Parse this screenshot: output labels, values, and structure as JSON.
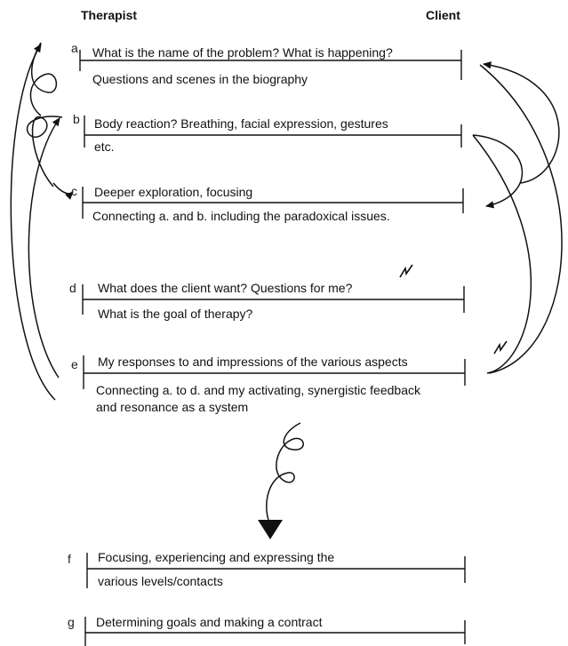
{
  "header": {
    "therapist": "Therapist",
    "client": "Client"
  },
  "steps": [
    {
      "letter": "a",
      "top": "What is the name of the problem? What is happening?",
      "bottom": "Questions and scenes in the biography",
      "bottom2": ""
    },
    {
      "letter": "b",
      "top": "Body reaction? Breathing, facial expression, gestures",
      "bottom": "etc.",
      "bottom2": ""
    },
    {
      "letter": "c",
      "top": "Deeper exploration, focusing",
      "bottom": "Connecting a. and b. including the paradoxical issues.",
      "bottom2": ""
    },
    {
      "letter": "d",
      "top": "What does the client want? Questions for me?",
      "bottom": "What is the goal of therapy?",
      "bottom2": ""
    },
    {
      "letter": "e",
      "top": "My responses to and impressions of the various aspects",
      "bottom": "Connecting a. to d. and my activating, synergistic feedback",
      "bottom2": "and resonance as a system"
    },
    {
      "letter": "f",
      "top": "Focusing, experiencing and expressing the",
      "bottom": "various levels/contacts",
      "bottom2": ""
    },
    {
      "letter": "g",
      "top": "Determining goals and making a contract",
      "bottom": "",
      "bottom2": ""
    }
  ],
  "colors": {
    "ink": "#111111"
  }
}
